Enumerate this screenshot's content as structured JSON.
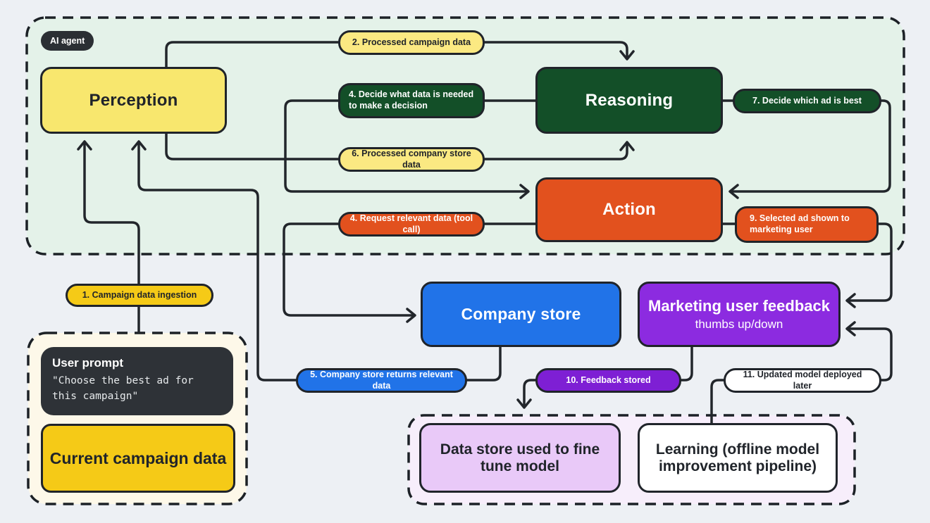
{
  "agent": {
    "badge_label": "AI agent"
  },
  "nodes": {
    "perception": "Perception",
    "reasoning": "Reasoning",
    "action": "Action",
    "company_store": "Company store",
    "marketing_feedback_title": "Marketing user feedback",
    "marketing_feedback_subtitle": "thumbs up/down",
    "user_prompt_title": "User prompt",
    "user_prompt_quote": "\"Choose the best ad for this campaign\"",
    "current_campaign_data": "Current campaign data",
    "data_store": "Data store used to fine tune model",
    "learning": "Learning (offline model improvement pipeline)"
  },
  "edges": {
    "e1": "1. Campaign data ingestion",
    "e2": "2. Processed campaign data",
    "e4_decide": "4. Decide what data is needed to make a decision",
    "e4_request": "4. Request relevant data (tool call)",
    "e5": "5. Company store returns relevant data",
    "e6": "6. Processed company store data",
    "e7": "7. Decide which ad is best",
    "e9": "9. Selected ad shown to marketing user",
    "e10": "10. Feedback stored",
    "e11": "11. Updated model deployed later"
  },
  "colors": {
    "page_bg": "#edf0f4",
    "agent_area_fill": "#e4f2e9",
    "prompt_area_fill": "#fdf8e9",
    "learning_area_fill": "#f7eefb",
    "ink": "#20242a",
    "yellow_light": "#fbe982",
    "yellow_gold": "#f5ca17",
    "green_dark": "#134f28",
    "orange": "#e2511e",
    "blue": "#2173e8",
    "purple": "#8c2be0",
    "purple_dark": "#7e1fd4",
    "lilac": "#e9c9f8",
    "dark_panel": "#2e3237",
    "white": "#ffffff"
  }
}
